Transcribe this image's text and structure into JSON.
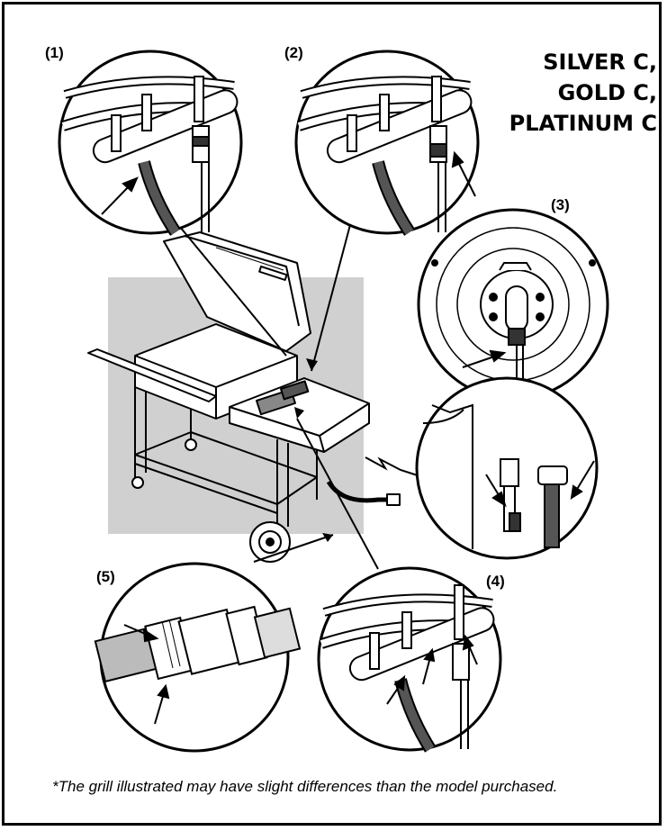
{
  "callouts": {
    "c1": "(1)",
    "c2": "(2)",
    "c3": "(3)",
    "c4": "(4)",
    "c5": "(5)"
  },
  "models": {
    "line1": "SILVER C,",
    "line2": "GOLD C,",
    "line3": "PLATINUM C"
  },
  "footnote": "*The grill illustrated may have slight differences than the model purchased.",
  "colors": {
    "frame": "#000000",
    "shade": "#d0d0d0",
    "line": "#000000",
    "fill": "#ffffff"
  }
}
